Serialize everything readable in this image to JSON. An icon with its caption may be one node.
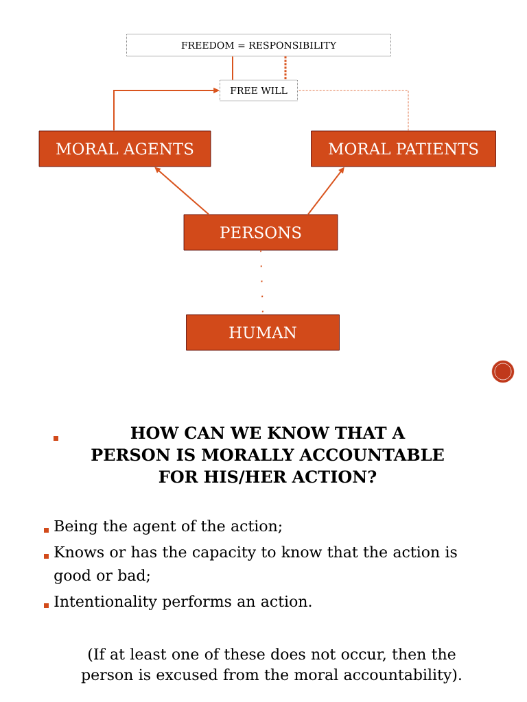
{
  "diagram": {
    "nodes": [
      {
        "text": [
          "FREEDOM = RESPONSIBILITY"
        ]
      },
      {
        "text": [
          "FREE WILL"
        ]
      },
      {
        "text": [
          "MORAL AGENTS"
        ]
      },
      {
        "text": [
          "MORAL PATIENTS"
        ]
      },
      {
        "text": [
          "PERSONS"
        ]
      },
      {
        "text": [
          "HUMAN"
        ]
      }
    ],
    "edges": [
      {
        "from": 0,
        "to": 1,
        "arrow": "none"
      },
      {
        "from": 0,
        "to": 1,
        "arrow": "none",
        "style": "dashed"
      },
      {
        "from": 2,
        "to": 1,
        "arrow": "to"
      },
      {
        "from": 3,
        "to": 1,
        "arrow": "none",
        "style": "dashed"
      },
      {
        "from": 4,
        "to": 2,
        "arrow": "to"
      },
      {
        "from": 4,
        "to": 3,
        "arrow": "to"
      },
      {
        "from": 4,
        "to": 5,
        "arrow": "none",
        "style": "dashed"
      }
    ],
    "labels": [
      "HOW CAN WE KNOW THAT A PERSON IS MORALLY ACCOUNTABLE FOR HIS/HER ACTION?",
      "Being the agent of the action;",
      "Knows or has the capacity to know that the action is good or bad;",
      "Intentionality performs an action.",
      "(If at least one of these does not occur, then the person is excused  from the moral accountability)."
    ]
  }
}
